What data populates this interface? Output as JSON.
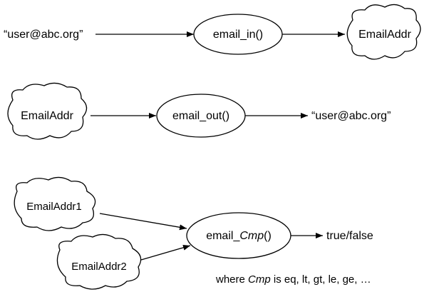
{
  "row1": {
    "input_text": "“user@abc.org”",
    "function_label": "email_in()",
    "output_cloud": "EmailAddr"
  },
  "row2": {
    "input_cloud": "EmailAddr",
    "function_label": "email_out()",
    "output_text": "“user@abc.org”"
  },
  "row3": {
    "input_cloud_1": "EmailAddr1",
    "input_cloud_2": "EmailAddr2",
    "function_prefix": "email_",
    "function_italic": "Cmp",
    "function_suffix": "()",
    "output_text": "true/false",
    "note_prefix": "where ",
    "note_italic": "Cmp",
    "note_suffix": " is eq, lt, gt, le, ge, …"
  }
}
